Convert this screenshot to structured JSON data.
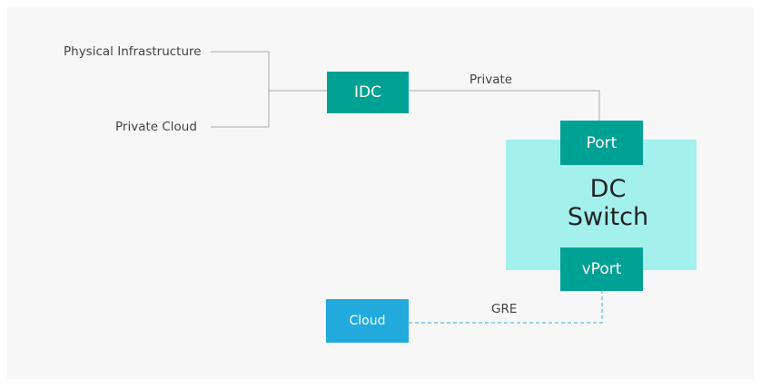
{
  "diagram": {
    "sources": {
      "physical_infrastructure": "Physical Infrastructure",
      "private_cloud": "Private Cloud"
    },
    "nodes": {
      "idc": "IDC",
      "port": "Port",
      "dc_switch_line1": "DC",
      "dc_switch_line2": "Switch",
      "vport": "vPort",
      "cloud": "Cloud"
    },
    "connections": {
      "private": "Private",
      "gre": "GRE"
    },
    "colors": {
      "background": "#f7f7f7",
      "teal": "#00a195",
      "switch_fill": "#a3f0ed",
      "cloud_blue": "#22aadd",
      "line_gray": "#999999",
      "gre_dashed": "#33aadd"
    }
  }
}
